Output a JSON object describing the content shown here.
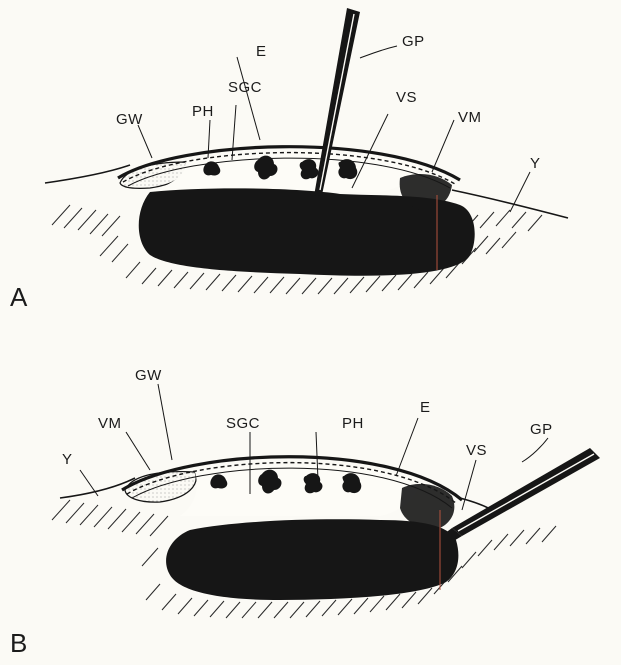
{
  "panels": [
    {
      "id": "A",
      "labels": {
        "gp": "GP",
        "e": "E",
        "sgc": "SGC",
        "gw": "GW",
        "ph": "PH",
        "vs": "VS",
        "vm": "VM",
        "y": "Y"
      }
    },
    {
      "id": "B",
      "labels": {
        "gw": "GW",
        "sgc": "SGC",
        "vm": "VM",
        "ph": "PH",
        "e": "E",
        "gp": "GP",
        "y": "Y",
        "vs": "VS"
      }
    }
  ],
  "colors": {
    "ink": "#161616",
    "paper": "#fbfaf5",
    "stipple": "#8a8a8a",
    "red_line": "#b4533e"
  }
}
